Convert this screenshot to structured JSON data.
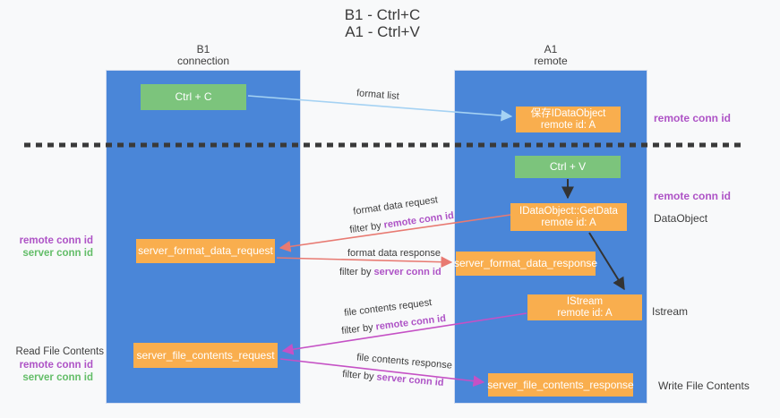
{
  "title": {
    "line1": "B1 - Ctrl+C",
    "line2": "A1 - Ctrl+V"
  },
  "lanes": {
    "left": {
      "name": "B1",
      "role": "connection"
    },
    "right": {
      "name": "A1",
      "role": "remote"
    }
  },
  "nodes": {
    "ctrl_c": {
      "label": "Ctrl + C"
    },
    "ctrl_v": {
      "label": "Ctrl + V"
    },
    "save_dataobject": {
      "line1": "保存IDataObject",
      "line2": "remote id: A"
    },
    "getdata": {
      "line1": "IDataObject::GetData",
      "line2": "remote id: A"
    },
    "istream": {
      "line1": "IStream",
      "line2": "remote id: A"
    },
    "server_format_data_request": {
      "label": "server_format_data_request"
    },
    "server_format_data_response": {
      "label": "server_format_data_response"
    },
    "server_file_contents_request": {
      "label": "server_file_contents_request"
    },
    "server_file_contents_response": {
      "label": "server_file_contents_response"
    }
  },
  "labels": {
    "format_list": "format list",
    "format_data_request": "format data request",
    "format_data_response": "format data response",
    "file_contents_request": "file contents request",
    "file_contents_response": "file contents response",
    "filter_by": "filter by",
    "remote_conn_id": "remote conn id",
    "server_conn_id": "server conn id",
    "dataobject": "DataObject",
    "istream": "Istream",
    "read_file_contents": "Read File Contents",
    "write_file_contents": "Write File Contents"
  },
  "colors": {
    "lane_blue": "#4a86d8",
    "node_green": "#7cc47c",
    "node_orange": "#f9ae4e",
    "arrow_light_blue": "#a5d2f3",
    "arrow_black": "#333333",
    "arrow_salmon": "#e87a72",
    "arrow_magenta": "#c551c5",
    "text_purple": "#ae53c6",
    "text_green": "#63bd68",
    "background": "#f8f9fa"
  }
}
